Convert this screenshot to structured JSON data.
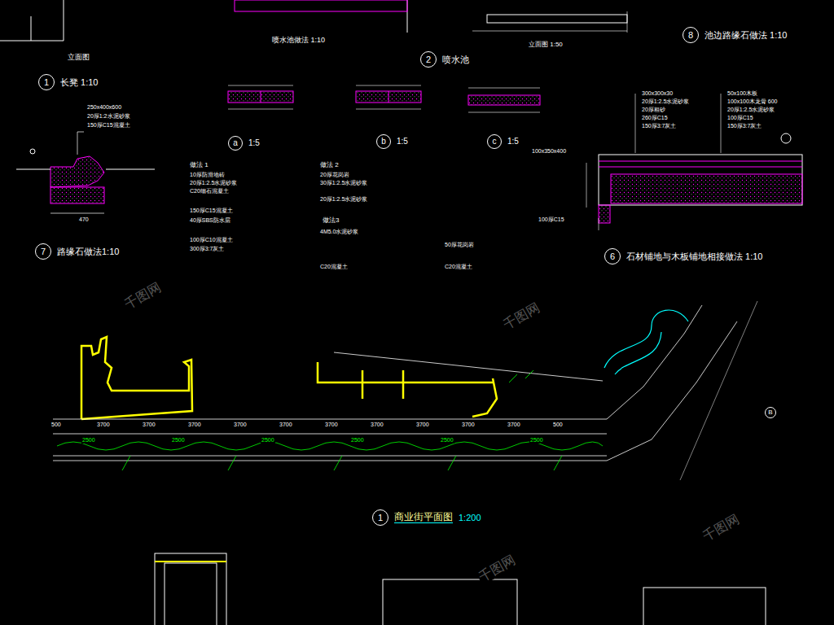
{
  "diagram": {
    "nodes": [
      {
        "text": [
          "1",
          "长凳 1:10"
        ]
      },
      {
        "text": [
          "2",
          "喷水池"
        ]
      },
      {
        "text": [
          "8",
          "池边路缘石做法 1:10"
        ]
      },
      {
        "text": [
          "a",
          "1:5"
        ]
      },
      {
        "text": [
          "b",
          "1:5"
        ]
      },
      {
        "text": [
          "c",
          "1:5"
        ]
      },
      {
        "text": [
          "7",
          "路缘石做法1:10"
        ]
      },
      {
        "text": [
          "6",
          "石材铺地与木板铺地相接做法 1:10"
        ]
      },
      {
        "text": [
          "1",
          "商业街平面图",
          "1:200"
        ]
      },
      {
        "text": [
          "B"
        ]
      }
    ],
    "labels": [
      "立面图",
      "喷水池做法 1:10",
      "立面图 1:50",
      "250x400x600",
      "20厚1:2水泥砂浆",
      "150厚C15混凝土",
      "470",
      "做法 1",
      "10厚防滑地砖",
      "20厚1:2.5水泥砂浆",
      "C20细石混凝土",
      "150厚C15混凝土",
      "40厚SBS防水层",
      "100厚C10混凝土",
      "300厚3:7灰土",
      "做法 2",
      "20厚花岗岩",
      "30厚1:2.5水泥砂浆",
      "20厚1:2.5水泥砂浆",
      "做法3",
      "4M5.0水泥砂浆",
      "C20混凝土",
      "50厚花岗岩",
      "C20混凝土",
      "300x300x30",
      "20厚1:2.5水泥砂浆",
      "20厚粗砂",
      "260厚C15",
      "150厚3:7灰土",
      "50x100木板",
      "100x100木龙骨 600",
      "20厚1:2.5水泥砂浆",
      "100厚C15",
      "150厚3:7灰土",
      "100x350x400",
      "100厚C15",
      "500",
      "3700",
      "3700",
      "3700",
      "3700",
      "3700",
      "3700",
      "3700",
      "3700",
      "3700",
      "3700",
      "500",
      "2500",
      "2500",
      "2500",
      "2500",
      "2500",
      "2500",
      "千图网",
      "千图网",
      "千图网",
      "千图网"
    ]
  }
}
